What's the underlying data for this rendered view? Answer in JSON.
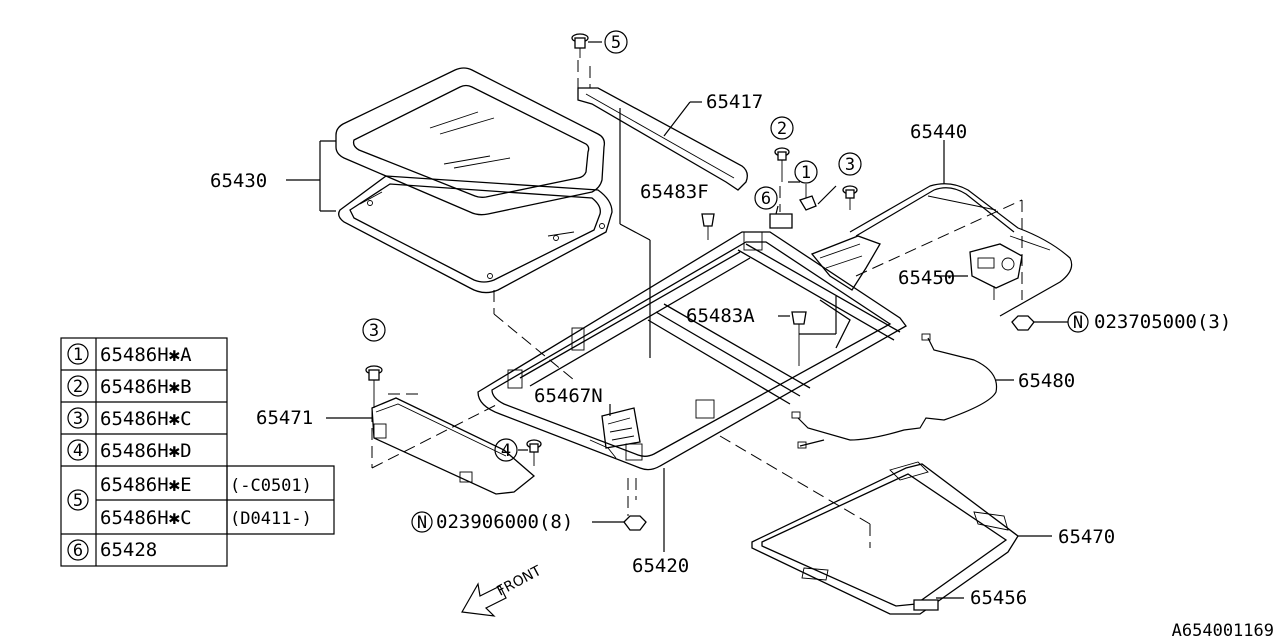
{
  "diagram_id": "A654001169",
  "front_label": "FRONT",
  "parts": {
    "p65417": "65417",
    "p65430": "65430",
    "p65440": "65440",
    "p65483F": "65483F",
    "p65450": "65450",
    "p65483A": "65483A",
    "p65480": "65480",
    "p65467N": "65467N",
    "p65471": "65471",
    "p65420": "65420",
    "p65470": "65470",
    "p65456": "65456"
  },
  "callouts": {
    "c1": "1",
    "c2": "2",
    "c3a": "3",
    "c3b": "3",
    "c4": "4",
    "c5": "5",
    "c6": "6"
  },
  "nuts": {
    "n1_symbol": "N",
    "n1_code": "023705000(3)",
    "n2_symbol": "N",
    "n2_code": "023906000(8)"
  },
  "legend": {
    "rows": [
      {
        "num": "1",
        "part": "65486H✱A",
        "range": ""
      },
      {
        "num": "2",
        "part": "65486H✱B",
        "range": ""
      },
      {
        "num": "3",
        "part": "65486H✱C",
        "range": ""
      },
      {
        "num": "4",
        "part": "65486H✱D",
        "range": ""
      },
      {
        "num": "5",
        "part": "65486H✱E",
        "range": "(-C0501)"
      },
      {
        "num": "",
        "part": "65486H✱C",
        "range": "(D0411-)"
      },
      {
        "num": "6",
        "part": "65428",
        "range": ""
      }
    ]
  }
}
